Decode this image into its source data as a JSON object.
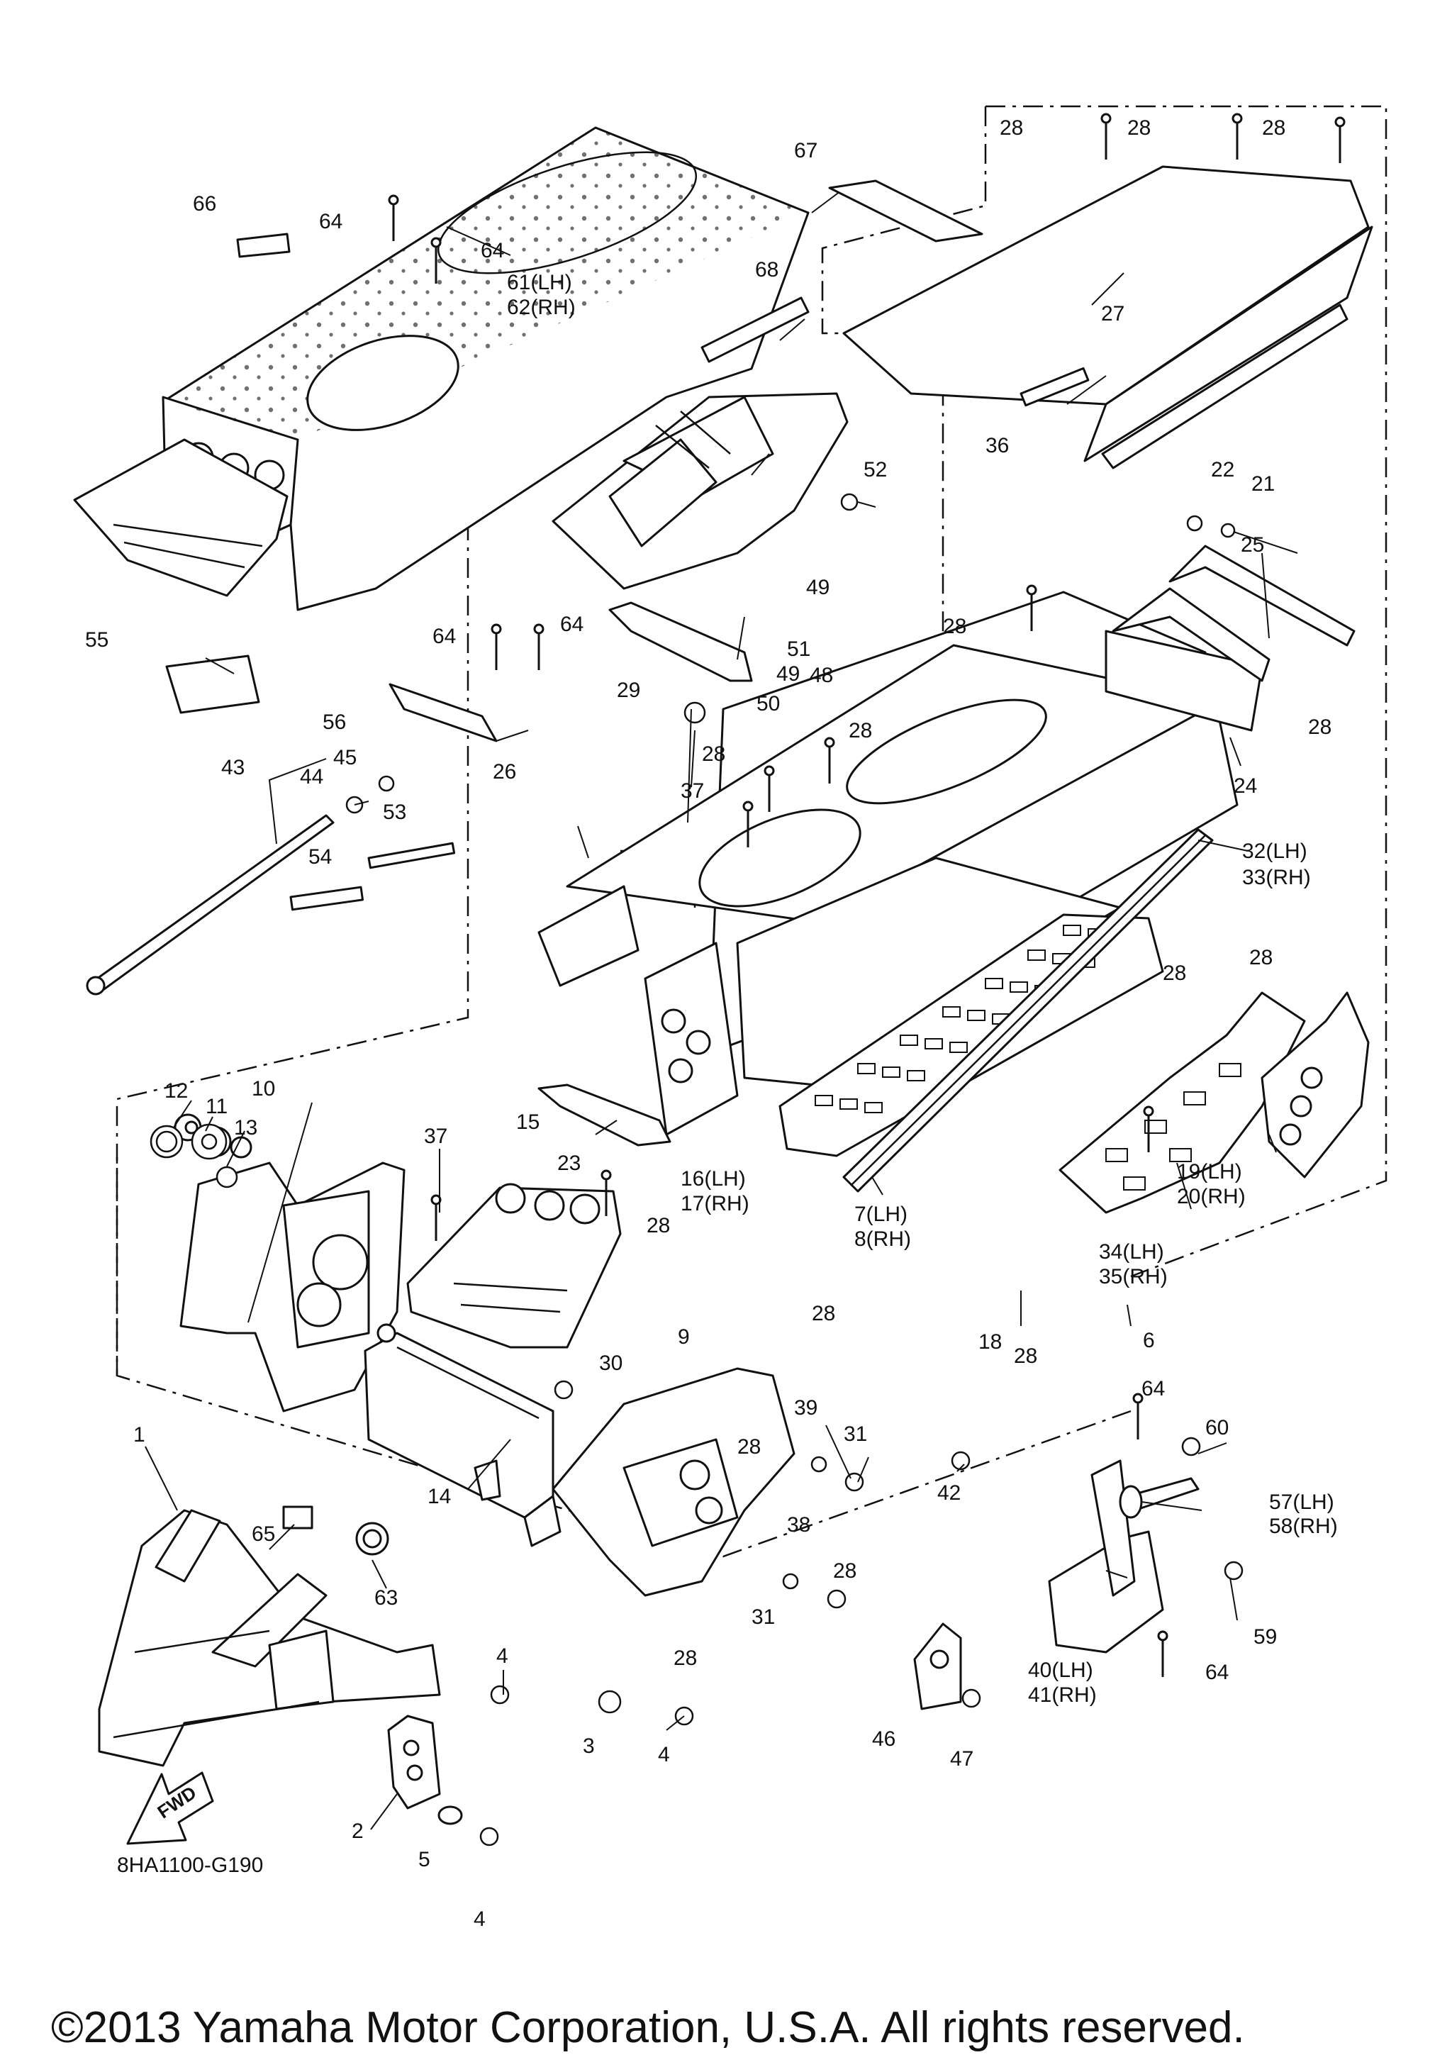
{
  "diagram_code": "8HA1100-G190",
  "copyright": "©2013 Yamaha Motor Corporation, U.S.A. All rights reserved.",
  "fwd_label": "FWD",
  "callouts": [
    {
      "id": "c1",
      "label": "1"
    },
    {
      "id": "c2",
      "label": "2"
    },
    {
      "id": "c3",
      "label": "3"
    },
    {
      "id": "c4a",
      "label": "4"
    },
    {
      "id": "c4b",
      "label": "4"
    },
    {
      "id": "c4c",
      "label": "4"
    },
    {
      "id": "c5",
      "label": "5"
    },
    {
      "id": "c6",
      "label": "6"
    },
    {
      "id": "c7",
      "label": "7(LH)"
    },
    {
      "id": "c8",
      "label": "8(RH)"
    },
    {
      "id": "c9",
      "label": "9"
    },
    {
      "id": "c10",
      "label": "10"
    },
    {
      "id": "c11",
      "label": "11"
    },
    {
      "id": "c12",
      "label": "12"
    },
    {
      "id": "c13",
      "label": "13"
    },
    {
      "id": "c14",
      "label": "14"
    },
    {
      "id": "c15",
      "label": "15"
    },
    {
      "id": "c16",
      "label": "16(LH)"
    },
    {
      "id": "c17",
      "label": "17(RH)"
    },
    {
      "id": "c18",
      "label": "18"
    },
    {
      "id": "c19",
      "label": "19(LH)"
    },
    {
      "id": "c20",
      "label": "20(RH)"
    },
    {
      "id": "c21",
      "label": "21"
    },
    {
      "id": "c22",
      "label": "22"
    },
    {
      "id": "c23",
      "label": "23"
    },
    {
      "id": "c24",
      "label": "24"
    },
    {
      "id": "c25",
      "label": "25"
    },
    {
      "id": "c26",
      "label": "26"
    },
    {
      "id": "c27",
      "label": "27"
    },
    {
      "id": "c28a",
      "label": "28"
    },
    {
      "id": "c28b",
      "label": "28"
    },
    {
      "id": "c28c",
      "label": "28"
    },
    {
      "id": "c28d",
      "label": "28"
    },
    {
      "id": "c28e",
      "label": "28"
    },
    {
      "id": "c28f",
      "label": "28"
    },
    {
      "id": "c28g",
      "label": "28"
    },
    {
      "id": "c28h",
      "label": "28"
    },
    {
      "id": "c28i",
      "label": "28"
    },
    {
      "id": "c28j",
      "label": "28"
    },
    {
      "id": "c28k",
      "label": "28"
    },
    {
      "id": "c28l",
      "label": "28"
    },
    {
      "id": "c28m",
      "label": "28"
    },
    {
      "id": "c28n",
      "label": "28"
    },
    {
      "id": "c28o",
      "label": "28"
    },
    {
      "id": "c29",
      "label": "29"
    },
    {
      "id": "c30",
      "label": "30"
    },
    {
      "id": "c31a",
      "label": "31"
    },
    {
      "id": "c31b",
      "label": "31"
    },
    {
      "id": "c32",
      "label": "32(LH)"
    },
    {
      "id": "c33",
      "label": "33(RH)"
    },
    {
      "id": "c34",
      "label": "34(LH)"
    },
    {
      "id": "c35",
      "label": "35(RH)"
    },
    {
      "id": "c36",
      "label": "36"
    },
    {
      "id": "c37a",
      "label": "37"
    },
    {
      "id": "c37b",
      "label": "37"
    },
    {
      "id": "c38",
      "label": "38"
    },
    {
      "id": "c39",
      "label": "39"
    },
    {
      "id": "c40",
      "label": "40(LH)"
    },
    {
      "id": "c41",
      "label": "41(RH)"
    },
    {
      "id": "c42",
      "label": "42"
    },
    {
      "id": "c43",
      "label": "43"
    },
    {
      "id": "c44",
      "label": "44"
    },
    {
      "id": "c45",
      "label": "45"
    },
    {
      "id": "c46",
      "label": "46"
    },
    {
      "id": "c47",
      "label": "47"
    },
    {
      "id": "c48",
      "label": "48"
    },
    {
      "id": "c49a",
      "label": "49"
    },
    {
      "id": "c49b",
      "label": "49"
    },
    {
      "id": "c50",
      "label": "50"
    },
    {
      "id": "c51",
      "label": "51"
    },
    {
      "id": "c52",
      "label": "52"
    },
    {
      "id": "c53",
      "label": "53"
    },
    {
      "id": "c54",
      "label": "54"
    },
    {
      "id": "c55",
      "label": "55"
    },
    {
      "id": "c56",
      "label": "56"
    },
    {
      "id": "c57",
      "label": "57(LH)"
    },
    {
      "id": "c58",
      "label": "58(RH)"
    },
    {
      "id": "c59",
      "label": "59"
    },
    {
      "id": "c60",
      "label": "60"
    },
    {
      "id": "c61",
      "label": "61(LH)"
    },
    {
      "id": "c62",
      "label": "62(RH)"
    },
    {
      "id": "c63",
      "label": "63"
    },
    {
      "id": "c64a",
      "label": "64"
    },
    {
      "id": "c64b",
      "label": "64"
    },
    {
      "id": "c64c",
      "label": "64"
    },
    {
      "id": "c64d",
      "label": "64"
    },
    {
      "id": "c64e",
      "label": "64"
    },
    {
      "id": "c64f",
      "label": "64"
    },
    {
      "id": "c65",
      "label": "65"
    },
    {
      "id": "c66",
      "label": "66"
    },
    {
      "id": "c67",
      "label": "67"
    },
    {
      "id": "c68",
      "label": "68"
    }
  ]
}
